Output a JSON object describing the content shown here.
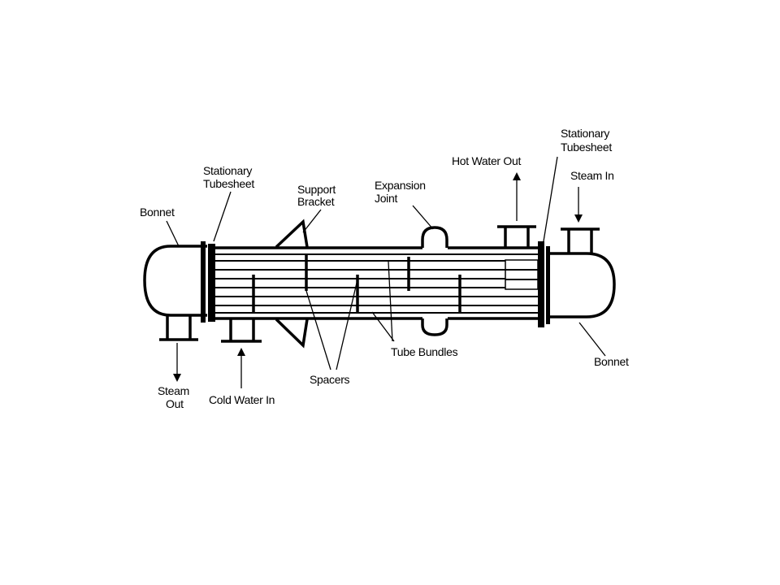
{
  "diagram": {
    "labels": {
      "bonnet_left": "Bonnet",
      "stationary_tubesheet_left_l1": "Stationary",
      "stationary_tubesheet_left_l2": "Tubesheet",
      "support_bracket_l1": "Support",
      "support_bracket_l2": "Bracket",
      "expansion_joint_l1": "Expansion",
      "expansion_joint_l2": "Joint",
      "hot_water_out": "Hot Water Out",
      "stationary_tubesheet_right_l1": "Stationary",
      "stationary_tubesheet_right_l2": "Tubesheet",
      "steam_in": "Steam In",
      "steam_out_l1": "Steam",
      "steam_out_l2": "Out",
      "cold_water_in": "Cold Water In",
      "spacers": "Spacers",
      "tube_bundles": "Tube Bundles",
      "bonnet_right": "Bonnet"
    },
    "colors": {
      "ink": "#000000",
      "background": "#ffffff"
    }
  }
}
